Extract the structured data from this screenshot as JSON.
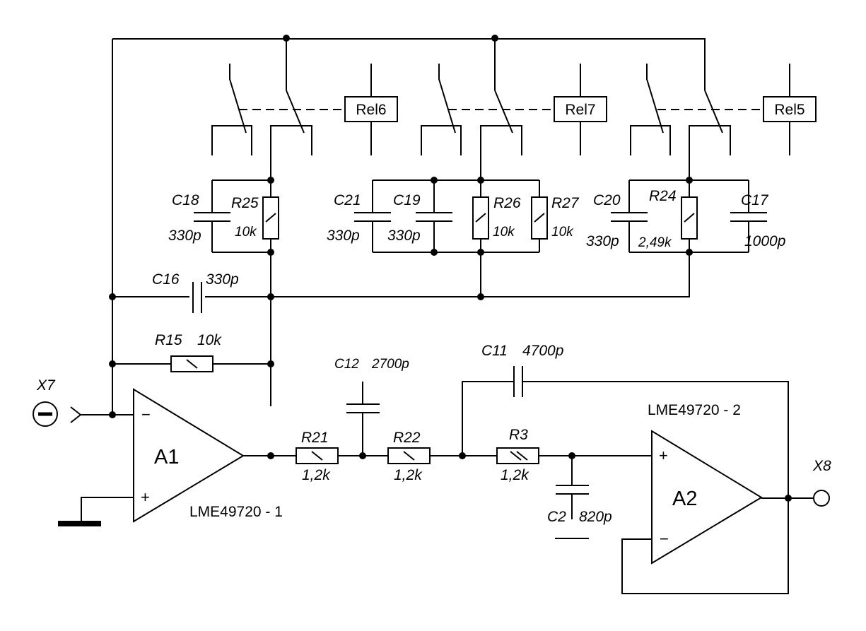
{
  "components": {
    "c18": {
      "ref": "C18",
      "value": "330p"
    },
    "r25": {
      "ref": "R25",
      "value": "10k"
    },
    "c21": {
      "ref": "C21",
      "value": "330p"
    },
    "c19": {
      "ref": "C19",
      "value": "330p"
    },
    "r26": {
      "ref": "R26",
      "value": "10k"
    },
    "r27": {
      "ref": "R27",
      "value": "10k"
    },
    "c20": {
      "ref": "C20",
      "value": "330p"
    },
    "r24": {
      "ref": "R24",
      "value": "2,49k"
    },
    "c17": {
      "ref": "C17",
      "value": "1000p"
    },
    "c16": {
      "ref": "C16",
      "value": "330p"
    },
    "r15": {
      "ref": "R15",
      "value": "10k"
    },
    "c12": {
      "ref": "C12",
      "value": "2700p"
    },
    "r21": {
      "ref": "R21",
      "value": "1,2k"
    },
    "r22": {
      "ref": "R22",
      "value": "1,2k"
    },
    "c11": {
      "ref": "C11",
      "value": "4700p"
    },
    "r3": {
      "ref": "R3",
      "value": "1,2k"
    },
    "c2": {
      "ref": "C2",
      "value": "820p"
    }
  },
  "relays": {
    "rel6": "Rel6",
    "rel7": "Rel7",
    "rel5": "Rel5"
  },
  "opamps": {
    "a1": {
      "name": "A1",
      "part": "LME49720 - 1",
      "minus": "−",
      "plus": "+"
    },
    "a2": {
      "name": "A2",
      "part": "LME49720 - 2",
      "minus": "−",
      "plus": "+"
    }
  },
  "connectors": {
    "x7": "X7",
    "x8": "X8"
  }
}
